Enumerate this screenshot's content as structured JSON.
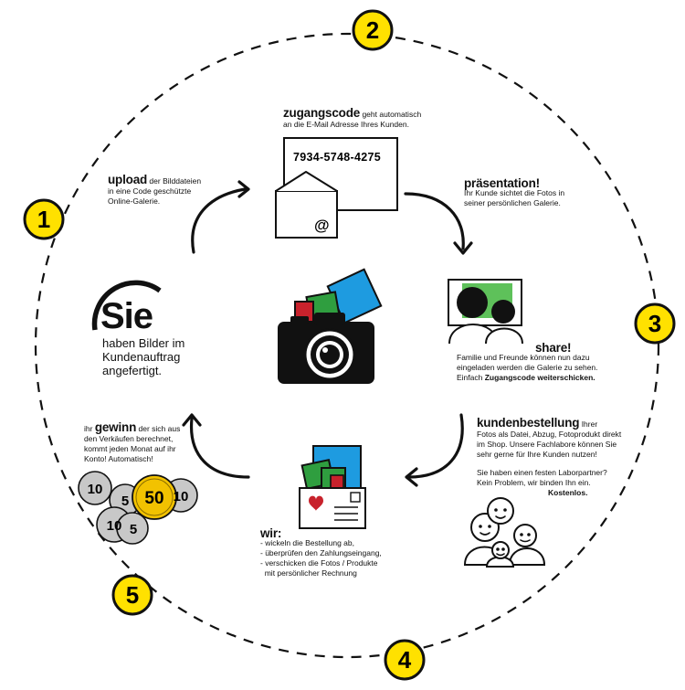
{
  "steps": [
    {
      "number": "1",
      "color": "#ffe100"
    },
    {
      "number": "2",
      "color": "#ffe100"
    },
    {
      "number": "3",
      "color": "#ffe100"
    },
    {
      "number": "4",
      "color": "#ffe100"
    },
    {
      "number": "5",
      "color": "#ffe100"
    }
  ],
  "center": {
    "sie": "Sie",
    "sub_lines": [
      "haben Bilder im",
      "Kundenauftrag",
      "angefertigt."
    ]
  },
  "upload": {
    "title": "upload",
    "lines": [
      "der Bilddateien",
      "in eine Code geschützte",
      "Online-Galerie."
    ]
  },
  "zugangscode": {
    "title": "zugangscode",
    "line1_rest": "geht automatisch",
    "line2": "an die E-Mail Adresse Ihres Kunden.",
    "code": "7934-5748-4275",
    "at_symbol": "@"
  },
  "praesentation": {
    "title": "präsentation!",
    "lines": [
      "Ihr Kunde sichtet die Fotos in",
      "seiner persönlichen Galerie."
    ]
  },
  "share": {
    "title": "share!",
    "lines": [
      "Familie und Freunde können nun dazu",
      "eingeladen werden die Galerie zu sehen."
    ],
    "line3_plain": "Einfach ",
    "line3_bold": "Zugangscode weiterschicken."
  },
  "kundenbestellung": {
    "title": "kundenbestellung",
    "line1_rest": "Ihrer",
    "lines": [
      "Fotos als Datei, Abzug, Fotoprodukt direkt",
      "im Shop. Unsere Fachlabore können Sie",
      "sehr gerne für Ihre Kunden nutzen!"
    ],
    "partner_lines": [
      "Sie haben einen festen Laborpartner?",
      "Kein Problem, wir binden Ihn ein."
    ],
    "kostenlos": "Kostenlos."
  },
  "wir": {
    "title": "wir:",
    "lines": [
      "- wickeln die Bestellung ab,",
      "- überprüfen den Zahlungseingang,",
      "- verschicken die Fotos / Produkte",
      "  mit persönlicher Rechnung"
    ]
  },
  "gewinn": {
    "prefix": "ihr",
    "title": "gewinn",
    "line1_rest": "der sich aus",
    "lines": [
      "den Verkäufen berechnet,",
      "kommt jeden Monat auf ihr",
      "Konto! Automatisch!"
    ]
  },
  "coins": {
    "c10a": "10",
    "c5a": "5",
    "c50": "50",
    "c10b": "10",
    "c10c": "10",
    "c5b": "5"
  },
  "colors": {
    "accent_yellow": "#ffe100",
    "photo_blue": "#1e9be0",
    "photo_green": "#2f9e3f",
    "photo_red": "#c8222c",
    "screen_green": "#5ec15a",
    "coin_silver": "#c8c8c8",
    "coin_gold": "#f2c200"
  }
}
